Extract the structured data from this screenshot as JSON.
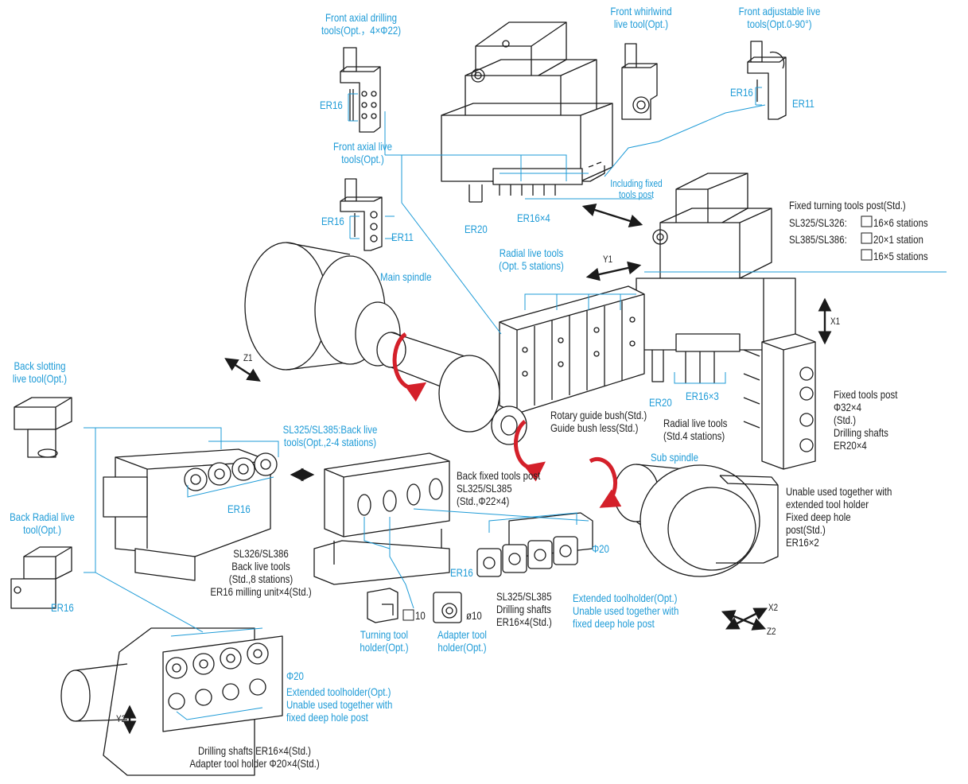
{
  "colors": {
    "accent_blue": "#1e9bd7",
    "rotation_red": "#d4202a",
    "line_dark": "#1a1a1a"
  },
  "labels": {
    "front_axial_drilling": "Front axial drilling\ntools(Opt.，4×Φ22)",
    "front_whirlwind": "Front whirlwind\nlive tool(Opt.)",
    "front_adjustable": "Front adjustable live\ntools(Opt.0-90°)",
    "er16_a": "ER16",
    "front_axial_live": "Front axial live\ntools(Opt.)",
    "er16_b": "ER16",
    "er11_a": "ER11",
    "er16_c": "ER16",
    "er11_b": "ER11",
    "er20_a": "ER20",
    "er16x4_top": "ER16×4",
    "including_fixed": "Including fixed\ntools post",
    "fixed_turning_post": "Fixed turning tools post(Std.)",
    "sl325_line": "SL325/SL326:",
    "sl325_val": "16×6 stations",
    "sl385_line": "SL385/SL386:",
    "sl385_val": "20×1 station",
    "extra_val": "16×5 stations",
    "radial_live_opt": "Radial live tools\n(Opt. 5 stations)",
    "y1": "Y1",
    "main_spindle": "Main spindle",
    "x1": "X1",
    "z1": "Z1",
    "back_slotting": "Back slotting\nlive tool(Opt.)",
    "er20_b": "ER20",
    "er16x3": "ER16×3",
    "rotary_guide": "Rotary guide bush(Std.)\nGuide bush less(Std.)",
    "radial_live_std": "Radial live tools\n(Std.4 stations)",
    "fixed_tools_post": "Fixed tools post\nΦ32×4\n(Std.)\nDrilling shafts\nER20×4",
    "sl325_back_live": "SL325/SL385:Back live\ntools(Opt.,2-4 stations)",
    "sub_spindle": "Sub spindle",
    "back_fixed_post": "Back fixed tools post\nSL325/SL385\n(Std.,Φ22×4)",
    "unable_extended": "Unable used together with\nextended tool holder\nFixed deep hole\npost(Std.)\nER16×2",
    "er16_d": "ER16",
    "back_radial": "Back Radial live\ntool(Opt.)",
    "phi20_a": "Φ20",
    "sl326_back": "SL326/SL386\nBack live tools\n(Std.,8 stations)\nER16 milling unit×4(Std.)",
    "er16_e": "ER16",
    "sl325_drilling": "SL325/SL385\nDrilling shafts\nER16×4(Std.)",
    "extended_opt": "Extended toolholder(Opt.)\nUnable used together with\nfixed deep hole post",
    "er16_f": "ER16",
    "ten": "10",
    "phi10": "ø10",
    "turning_holder": "Turning tool\nholder(Opt.)",
    "adapter_holder": "Adapter tool\nholder(Opt.)",
    "x2": "X2",
    "z2": "Z2",
    "phi20_b": "Φ20",
    "extended_opt_b": "Extended toolholder(Opt.)\nUnable used together with\nfixed deep hole post",
    "y2": "Y2",
    "drilling_bottom": "Drilling shafts ER16×4(Std.)\nAdapter tool holder Φ20×4(Std.)"
  }
}
